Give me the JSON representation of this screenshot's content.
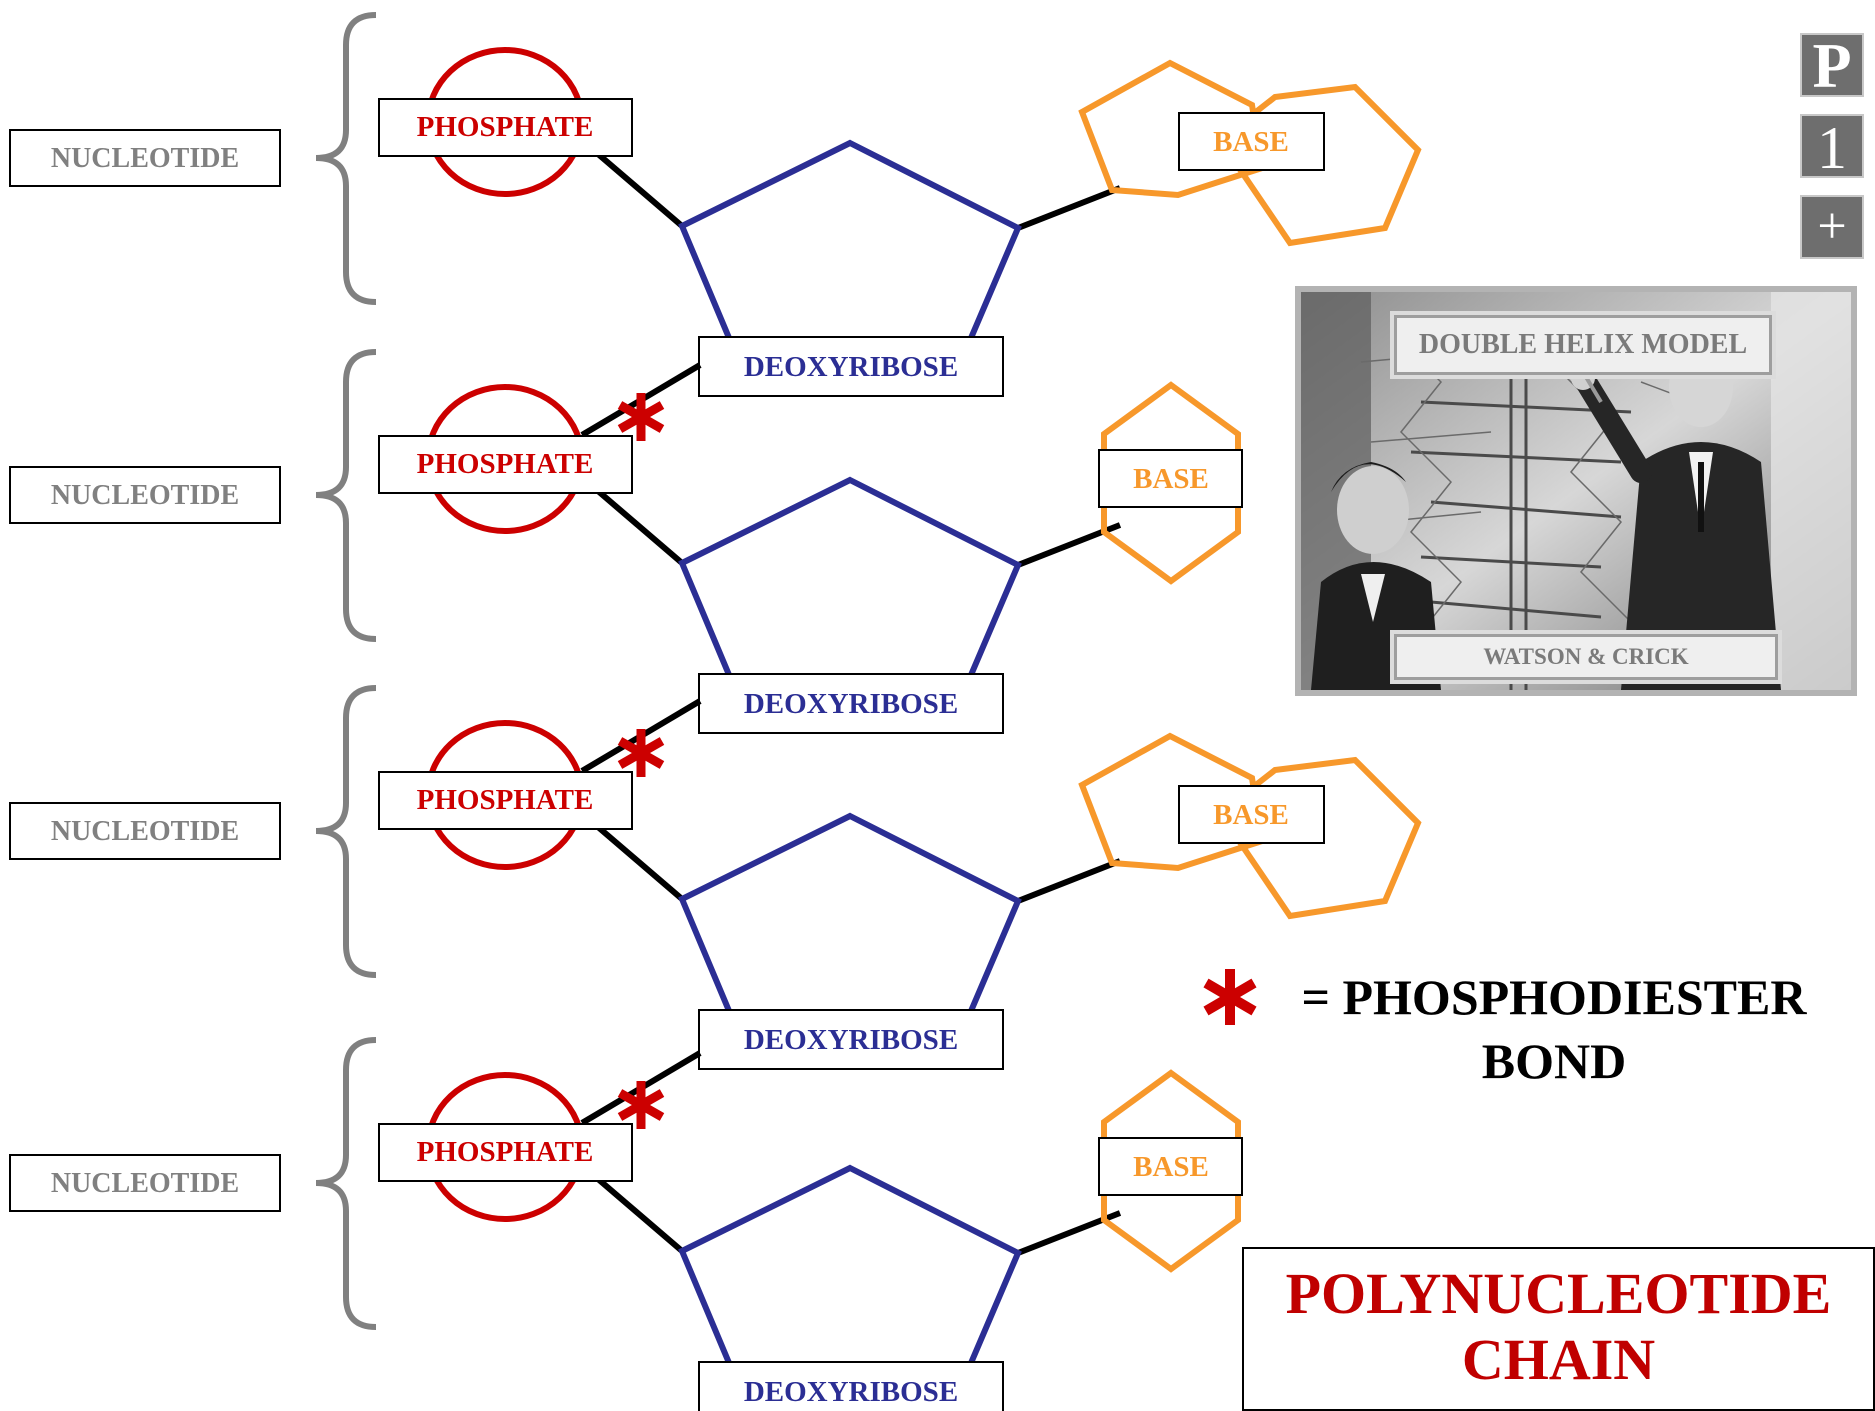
{
  "nucleotides": [
    {
      "label": "NUCLEOTIDE",
      "phosphate": "PHOSPHATE",
      "sugar": "DEOXYRIBOSE",
      "base": "BASE",
      "base_shape": "double-ring",
      "has_phosphodiester_bond": false
    },
    {
      "label": "NUCLEOTIDE",
      "phosphate": "PHOSPHATE",
      "sugar": "DEOXYRIBOSE",
      "base": "BASE",
      "base_shape": "single-ring",
      "has_phosphodiester_bond": true
    },
    {
      "label": "NUCLEOTIDE",
      "phosphate": "PHOSPHATE",
      "sugar": "DEOXYRIBOSE",
      "base": "BASE",
      "base_shape": "double-ring",
      "has_phosphodiester_bond": true
    },
    {
      "label": "NUCLEOTIDE",
      "phosphate": "PHOSPHATE",
      "sugar": "DEOXYRIBOSE",
      "base": "BASE",
      "base_shape": "single-ring",
      "has_phosphodiester_bond": true
    }
  ],
  "nav": {
    "p_label": "P",
    "one_label": "1",
    "add_label": "+"
  },
  "photo": {
    "title": "DOUBLE HELIX MODEL",
    "caption": "WATSON & CRICK"
  },
  "legend": {
    "line1": "= PHOSPHODIESTER",
    "line2": "BOND",
    "symbol": "asterisk-icon"
  },
  "chain_title": {
    "line1": "POLYNUCLEOTIDE",
    "line2": "CHAIN"
  },
  "colors": {
    "phosphate": "#cc0000",
    "sugar": "#2b2e94",
    "base": "#f7982b",
    "nucleotide_label": "#808080",
    "brace": "#808080",
    "bond": "#000000",
    "star": "#cc0000",
    "title": "#c00000"
  }
}
